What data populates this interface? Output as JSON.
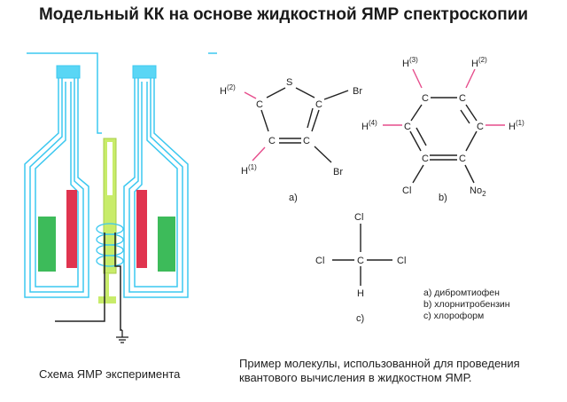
{
  "title": "Модельный КК на основе жидкостной ЯМР спектроскопии",
  "captions": {
    "scheme": "Схема ЯМР эксперимента",
    "example_line1": "Пример молекулы, использованной для проведения",
    "example_line2": "квантового вычисления в жидкостном ЯМР."
  },
  "legend": {
    "a": "a) дибромтиофен",
    "b": "b) хлорнитробензин",
    "c": "c) хлороформ"
  },
  "molecule_a": {
    "label": "a)",
    "s": "S",
    "br1": "Br",
    "br2": "Br",
    "c1": "C",
    "c2": "C",
    "c3": "C",
    "c4": "C",
    "h": "H",
    "h1_sup": "(1)",
    "h2_sup": "(2)"
  },
  "molecule_b": {
    "label": "b)",
    "c1": "C",
    "c2": "C",
    "c3": "C",
    "c4": "C",
    "c5": "C",
    "c6": "C",
    "h": "H",
    "h1_sup": "(1)",
    "h2_sup": "(2)",
    "h3_sup": "(3)",
    "h4_sup": "(4)",
    "cl": "Cl",
    "no": "No",
    "no_sub": "2"
  },
  "molecule_c": {
    "label": "c)",
    "c": "C",
    "cl_top": "Cl",
    "cl_left": "Cl",
    "cl_right": "Cl",
    "h": "H"
  },
  "colors": {
    "cyan": "#3cc8f0",
    "blue_cap": "#5ad6f5",
    "green": "#3dbb5a",
    "red": "#e0344f",
    "yellow_green": "#c8ec6a",
    "pink_bond": "#e64d8c"
  }
}
